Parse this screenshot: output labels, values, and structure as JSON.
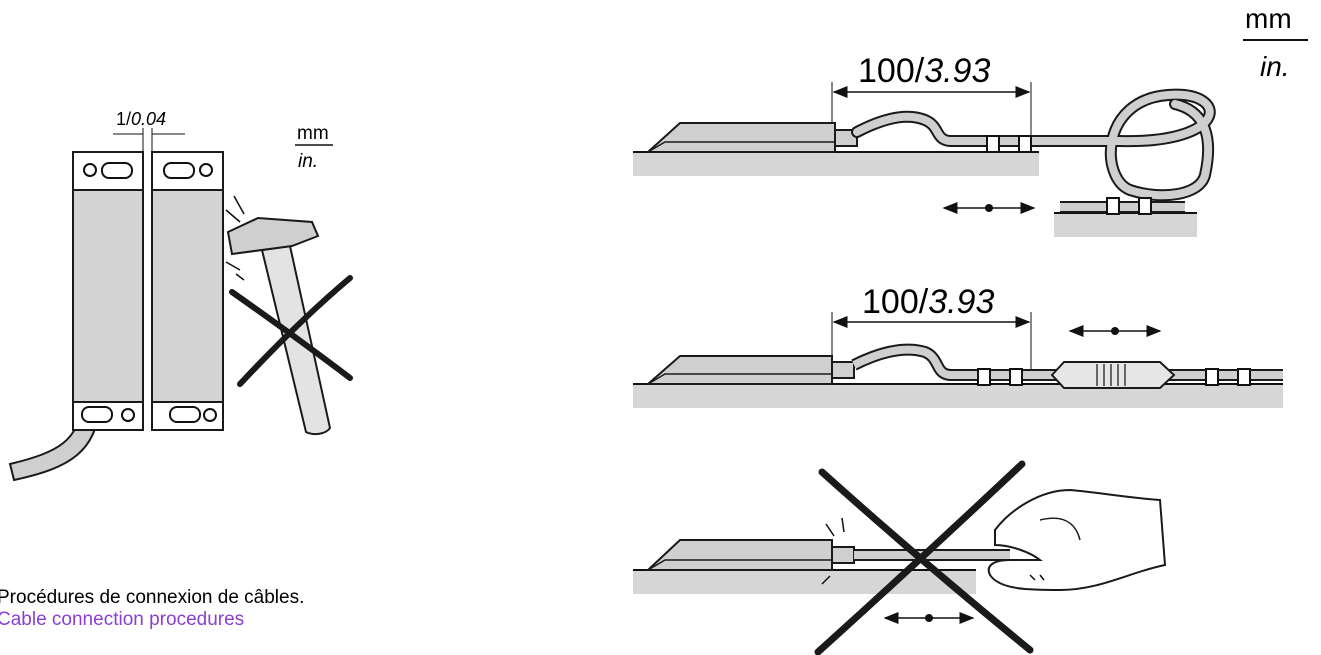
{
  "left_figure": {
    "gap_label_mm": "1/",
    "gap_label_in": "0.04",
    "unit_mm": "mm",
    "unit_in": "in."
  },
  "right_figure": {
    "unit_mm": "mm",
    "unit_in": "in.",
    "panel_top": {
      "dim_mm": "100/",
      "dim_in": "3.93"
    },
    "panel_middle": {
      "dim_mm": "100/",
      "dim_in": "3.93"
    }
  },
  "caption": {
    "french": "Procédures de connexion de câbles.",
    "english": "Cable connection procedures"
  },
  "colors": {
    "part_fill": "#cfcfcf",
    "surface_fill": "#d6d6d6",
    "stroke": "#1a1a1a",
    "caption_english": "#8a3fd1"
  }
}
